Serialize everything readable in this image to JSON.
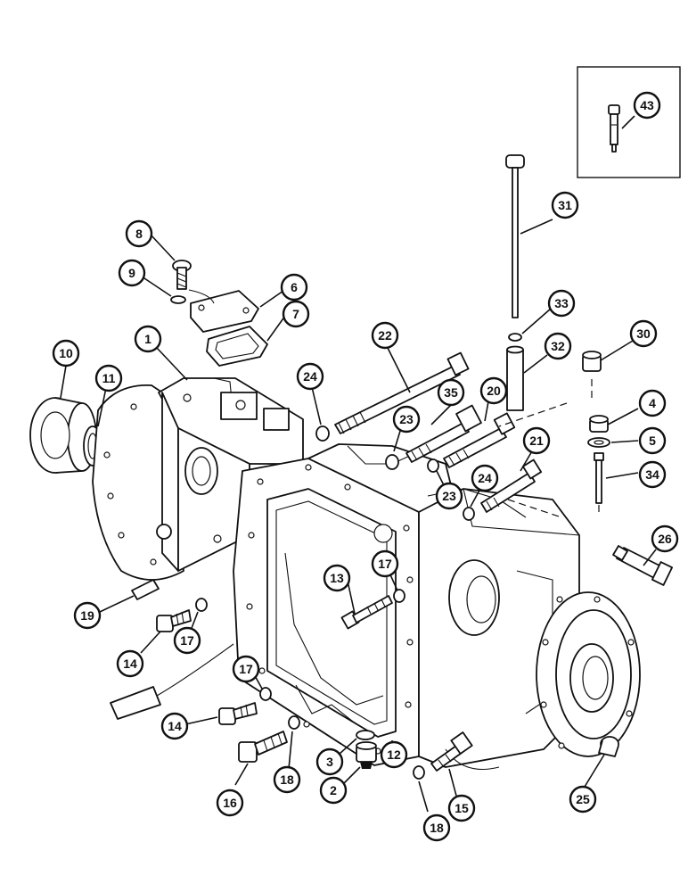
{
  "callouts": [
    {
      "id": "1",
      "label": "1"
    },
    {
      "id": "2",
      "label": "2"
    },
    {
      "id": "3",
      "label": "3"
    },
    {
      "id": "4",
      "label": "4"
    },
    {
      "id": "5",
      "label": "5"
    },
    {
      "id": "6",
      "label": "6"
    },
    {
      "id": "7",
      "label": "7"
    },
    {
      "id": "8",
      "label": "8"
    },
    {
      "id": "9",
      "label": "9"
    },
    {
      "id": "10",
      "label": "10"
    },
    {
      "id": "11",
      "label": "11"
    },
    {
      "id": "12",
      "label": "12"
    },
    {
      "id": "13",
      "label": "13"
    },
    {
      "id": "14a",
      "label": "14"
    },
    {
      "id": "14b",
      "label": "14"
    },
    {
      "id": "15",
      "label": "15"
    },
    {
      "id": "16",
      "label": "16"
    },
    {
      "id": "17a",
      "label": "17"
    },
    {
      "id": "17b",
      "label": "17"
    },
    {
      "id": "17c",
      "label": "17"
    },
    {
      "id": "18a",
      "label": "18"
    },
    {
      "id": "18b",
      "label": "18"
    },
    {
      "id": "19",
      "label": "19"
    },
    {
      "id": "20",
      "label": "20"
    },
    {
      "id": "21",
      "label": "21"
    },
    {
      "id": "22",
      "label": "22"
    },
    {
      "id": "23a",
      "label": "23"
    },
    {
      "id": "23b",
      "label": "23"
    },
    {
      "id": "24a",
      "label": "24"
    },
    {
      "id": "24b",
      "label": "24"
    },
    {
      "id": "25",
      "label": "25"
    },
    {
      "id": "26",
      "label": "26"
    },
    {
      "id": "30",
      "label": "30"
    },
    {
      "id": "31",
      "label": "31"
    },
    {
      "id": "32",
      "label": "32"
    },
    {
      "id": "33",
      "label": "33"
    },
    {
      "id": "34",
      "label": "34"
    },
    {
      "id": "35",
      "label": "35"
    },
    {
      "id": "43",
      "label": "43"
    }
  ]
}
